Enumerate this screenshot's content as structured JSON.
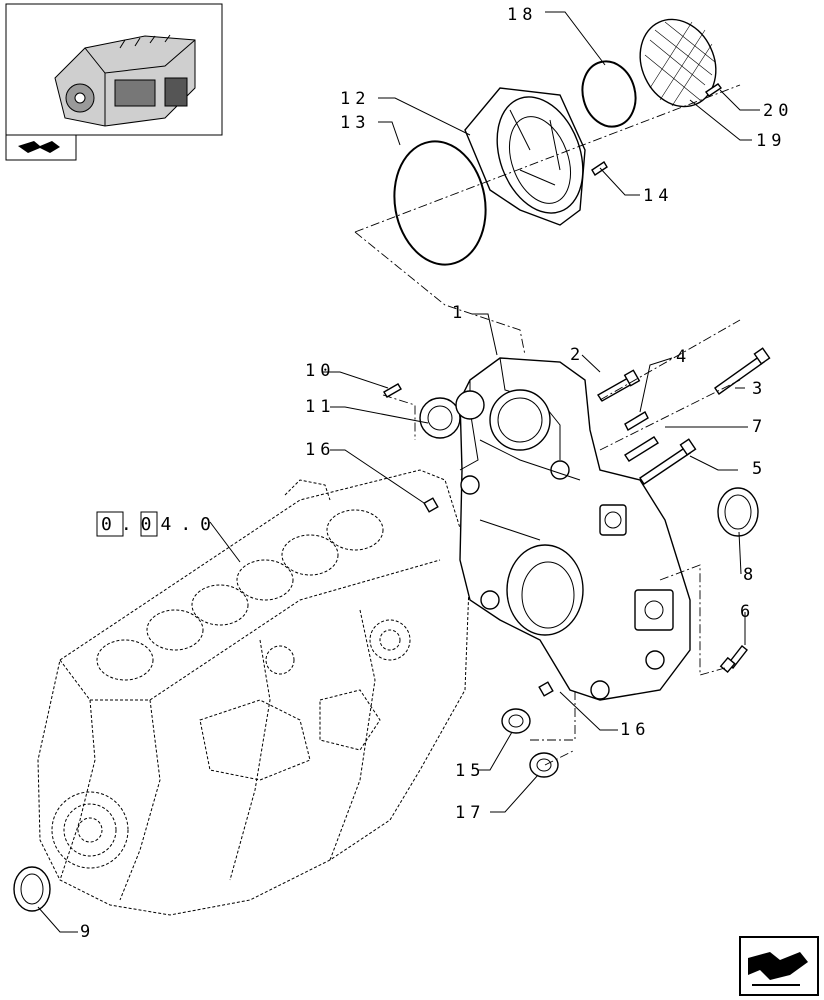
{
  "diagram": {
    "reference": "0.04.0",
    "callouts": [
      {
        "id": "1",
        "text": "1"
      },
      {
        "id": "2",
        "text": "2"
      },
      {
        "id": "3",
        "text": "3"
      },
      {
        "id": "4",
        "text": "4"
      },
      {
        "id": "5",
        "text": "5"
      },
      {
        "id": "6",
        "text": "6"
      },
      {
        "id": "7",
        "text": "7"
      },
      {
        "id": "8",
        "text": "8"
      },
      {
        "id": "9",
        "text": "9"
      },
      {
        "id": "10",
        "text": "10"
      },
      {
        "id": "11",
        "text": "11"
      },
      {
        "id": "12",
        "text": "12"
      },
      {
        "id": "13",
        "text": "13"
      },
      {
        "id": "14",
        "text": "14"
      },
      {
        "id": "15",
        "text": "15"
      },
      {
        "id": "16a",
        "text": "16"
      },
      {
        "id": "16b",
        "text": "16"
      },
      {
        "id": "17",
        "text": "17"
      },
      {
        "id": "18",
        "text": "18"
      },
      {
        "id": "19",
        "text": "19"
      },
      {
        "id": "20",
        "text": "20"
      }
    ]
  },
  "icons": {
    "thumbnail": "engine-thumbnail-icon",
    "nav_prev": "back-arrow-icon",
    "nav_next": "next-page-arrow-icon"
  }
}
